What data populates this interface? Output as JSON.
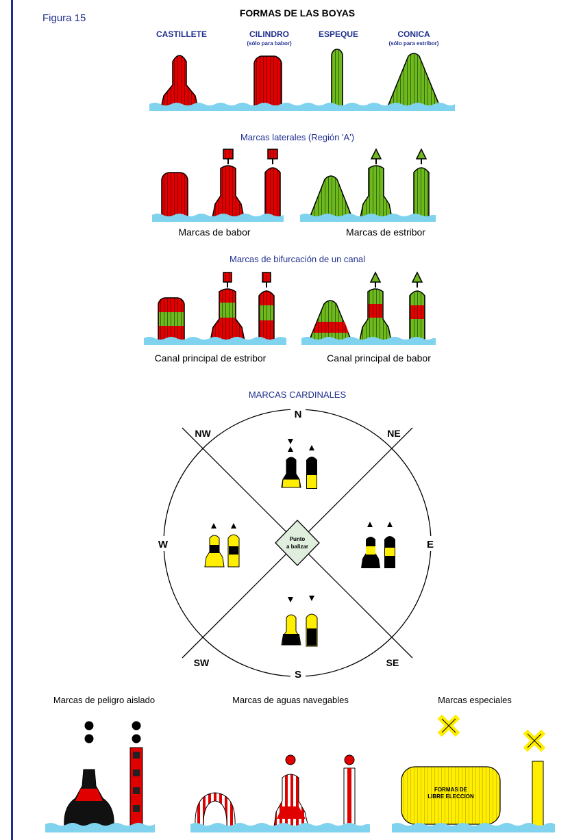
{
  "figure_label": "Figura 15",
  "section1": {
    "title": "FORMAS DE LAS BOYAS",
    "labels": [
      "CASTILLETE",
      "CILINDRO",
      "ESPEQUE",
      "CONICA"
    ],
    "sublabels": [
      "(sólo para babor)",
      "(sólo para estribor)"
    ]
  },
  "section2": {
    "title": "Marcas laterales (Región 'A')",
    "left_caption": "Marcas de babor",
    "right_caption": "Marcas de estribor"
  },
  "section3": {
    "title": "Marcas de bifurcación de un canal",
    "left_caption": "Canal principal de estribor",
    "right_caption": "Canal principal de babor"
  },
  "section4": {
    "title": "MARCAS CARDINALES",
    "directions": {
      "n": "N",
      "ne": "NE",
      "e": "E",
      "se": "SE",
      "s": "S",
      "sw": "SW",
      "w": "W",
      "nw": "NW"
    },
    "center_label_1": "Punto",
    "center_label_2": "a balizar"
  },
  "section5": {
    "labels": [
      "Marcas de peligro aislado",
      "Marcas de aguas navegables",
      "Marcas especiales"
    ],
    "box_line_1": "FORMAS DE",
    "box_line_2": "LIBRE ELECCION"
  },
  "colors": {
    "title_blue": "#1f2f8f",
    "red": "#e00000",
    "green": "#6fb81e",
    "yellow": "#ffee00",
    "water": "#7fd3ee",
    "black": "#000000"
  }
}
